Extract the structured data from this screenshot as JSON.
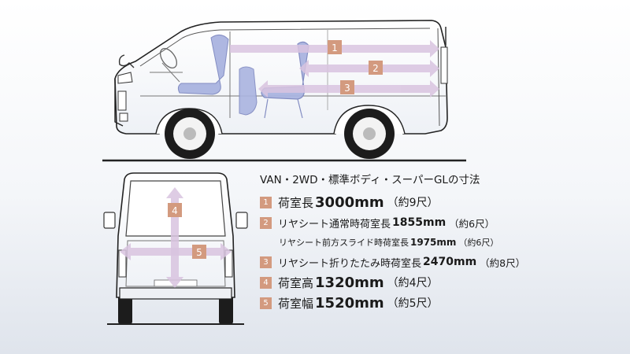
{
  "spec": {
    "title": "VAN・2WD・標準ボディ・スーパーGLの寸法",
    "rows": [
      {
        "num": "1",
        "label": "荷室長",
        "value": "3000mm",
        "note": "（約9尺）"
      },
      {
        "num": "2",
        "label": "リヤシート通常時荷室長",
        "value": "1855mm",
        "note": "（約6尺）"
      },
      {
        "num": "",
        "label": "リヤシート前方スライド時荷室長",
        "value": "1975mm",
        "note": "（約6尺）"
      },
      {
        "num": "3",
        "label": "リヤシート折りたたみ時荷室長",
        "value": "2470mm",
        "note": "（約8尺）"
      },
      {
        "num": "4",
        "label": "荷室高",
        "value": "1320mm",
        "note": "（約4尺）"
      },
      {
        "num": "5",
        "label": "荷室幅",
        "value": "1520mm",
        "note": "（約5尺）"
      }
    ]
  },
  "diagram": {
    "side_tags": [
      "1",
      "2",
      "3"
    ],
    "rear_tags": [
      "4",
      "5"
    ]
  },
  "colors": {
    "badge": "#d39a7f",
    "arrow": "#d9c4e0",
    "seat": "#aab4e0",
    "outline": "#222222"
  }
}
